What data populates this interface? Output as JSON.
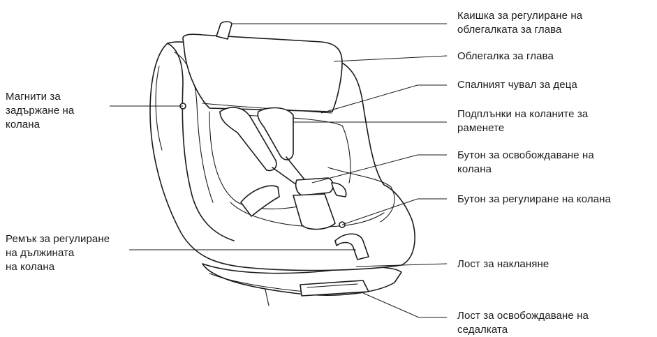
{
  "labels": {
    "headrest_strap": "Каишка за регулиране на\nоблегалката за глава",
    "headrest": "Облегалка за глава",
    "sleeping_bag": "Спалният чувал за деца",
    "shoulder_pads": "Подплънки на коланите за\nраменете",
    "belt_release_button": "Бутон за освобождаване на\nколана",
    "belt_adjust_button": "Бутон за регулиране на колана",
    "recline_lever": "Лост за накланяне",
    "seat_release_lever": "Лост за освобождаване на\nседалката",
    "belt_magnets": "Магнити за\nзадържане на\nколана",
    "belt_length_strap": "Ремък за регулиране\nна дължината\nна колана"
  }
}
